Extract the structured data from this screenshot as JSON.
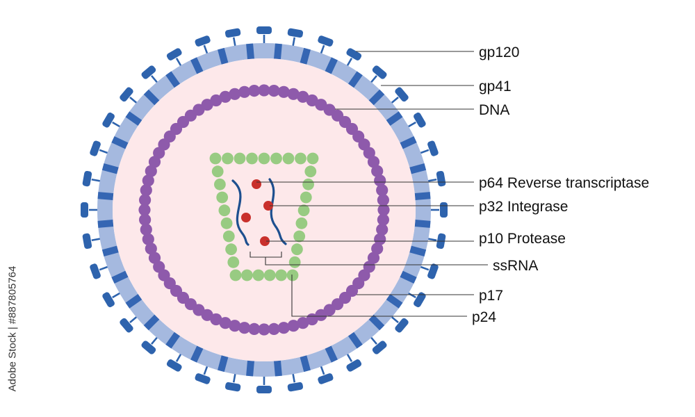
{
  "colors": {
    "spike": "#2e63ad",
    "envelope_light": "#a5b9df",
    "envelope_band": "#3566b3",
    "interior": "#fde8ea",
    "matrix": "#8e5aab",
    "capsid": "#98cb82",
    "rna": "#1d4f8f",
    "enzyme": "#c9302c",
    "leader_line": "#333333"
  },
  "labels": {
    "gp120": "gp120",
    "gp41": "gp41",
    "dna": "DNA",
    "p64": "p64 Reverse transcriptase",
    "p32": "p32 Integrase",
    "p10": "p10 Protease",
    "ssrna": "ssRNA",
    "p17": "p17",
    "p24": "p24"
  },
  "watermark_side": "Adobe Stock | #887805764"
}
